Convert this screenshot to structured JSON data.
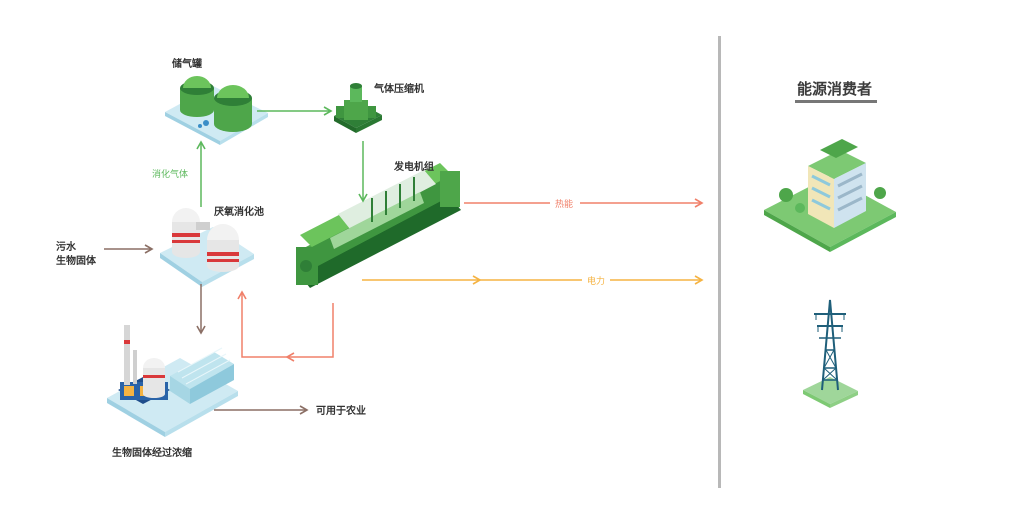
{
  "labels": {
    "gas_storage": "储气罐",
    "compressor": "气体压缩机",
    "generator": "发电机组",
    "digester": "厌氧消化池",
    "sewage_line1": "污水",
    "sewage_line2": "生物固体",
    "thickening": "生物固体经过浓缩",
    "agriculture": "可用于农业"
  },
  "flows": {
    "digestion_gas": "消化气体",
    "heat": "热能",
    "power": "电力"
  },
  "consumers": {
    "title": "能源消费者"
  },
  "colors": {
    "green_flow": "#5cb85c",
    "brown_flow": "#8b6f65",
    "heat_flow": "#f0806a",
    "power_flow": "#f5b342",
    "divider": "#b8b8b8"
  }
}
